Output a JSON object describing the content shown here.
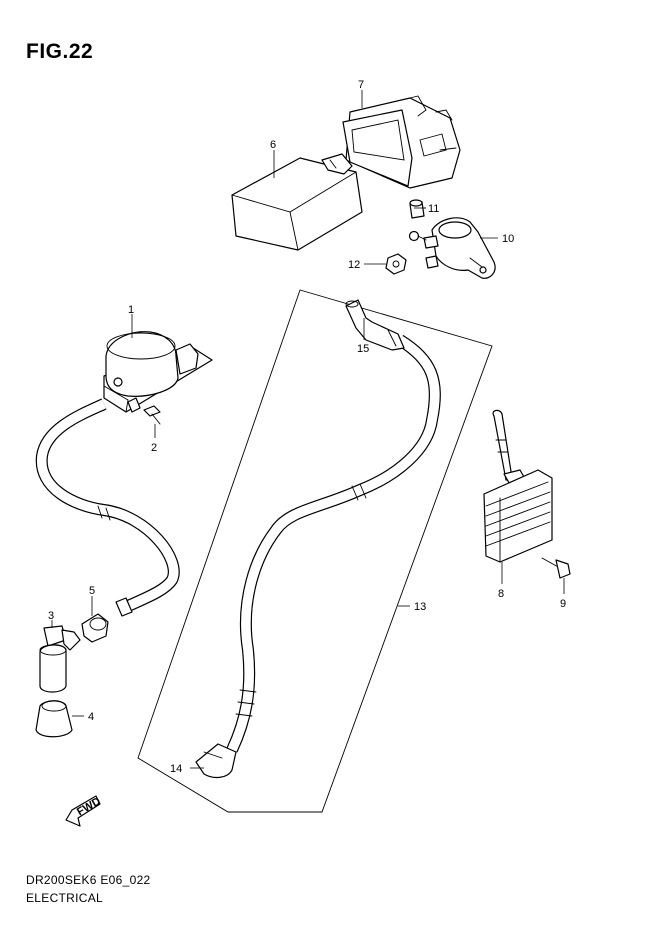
{
  "figure": {
    "title": "FIG.22",
    "code": "DR200SEK6 E06_022",
    "name": "ELECTRICAL"
  },
  "callouts": [
    "1",
    "2",
    "3",
    "4",
    "5",
    "6",
    "7",
    "8",
    "9",
    "10",
    "11",
    "12",
    "13",
    "14",
    "15"
  ],
  "fwd_label": "FWD"
}
